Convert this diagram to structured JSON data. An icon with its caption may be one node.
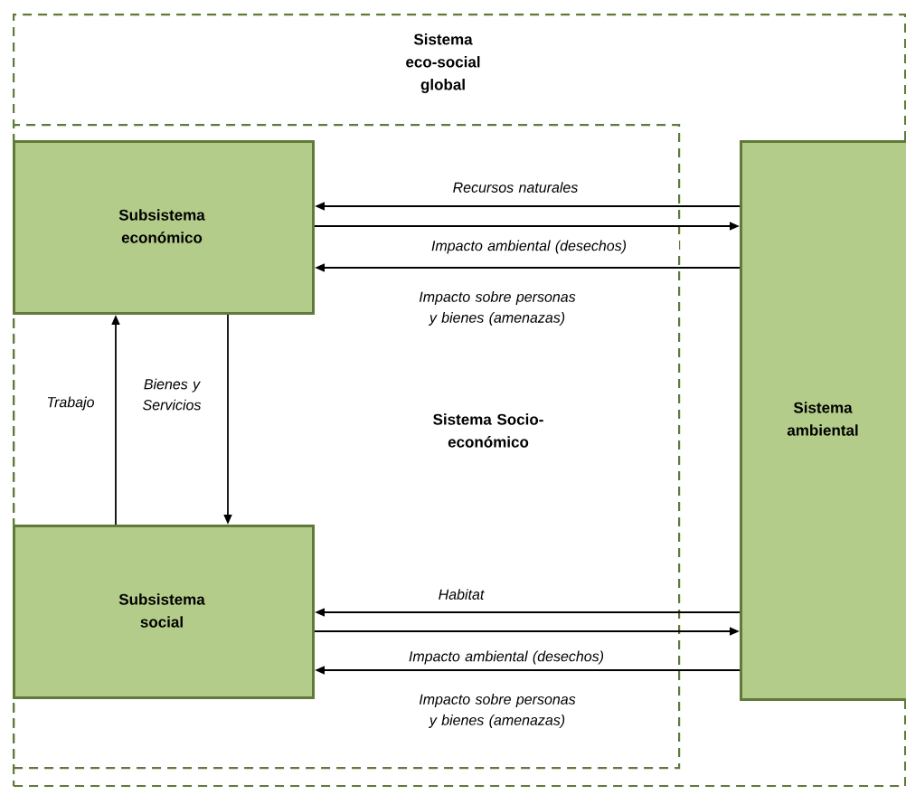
{
  "diagram": {
    "nodes": [
      {
        "text": [
          "Sistema eco-social global"
        ]
      },
      {
        "text": [
          "Sistema Socio-económico"
        ],
        "in": 0
      },
      {
        "text": [
          "Subsistema económico"
        ],
        "in": 1
      },
      {
        "text": [
          "Subsistema social"
        ],
        "in": 1
      },
      {
        "text": [
          "Sistema ambiental"
        ],
        "in": 0
      }
    ],
    "edges": [
      {
        "from": 4,
        "to": 2,
        "arrow": "to",
        "label": "Recursos naturales"
      },
      {
        "from": 2,
        "to": 4,
        "arrow": "to",
        "label": "Impacto ambiental (desechos)"
      },
      {
        "from": 4,
        "to": 2,
        "arrow": "to",
        "label": "Impacto sobre personas y bienes (amenazas)"
      },
      {
        "from": 3,
        "to": 2,
        "arrow": "to",
        "label": "Trabajo"
      },
      {
        "from": 2,
        "to": 3,
        "arrow": "to",
        "label": "Bienes y Servicios"
      },
      {
        "from": 4,
        "to": 3,
        "arrow": "to",
        "label": "Habitat"
      },
      {
        "from": 3,
        "to": 4,
        "arrow": "to",
        "label": "Impacto ambiental (desechos)"
      },
      {
        "from": 4,
        "to": 3,
        "arrow": "to",
        "label": "Impacto sobre personas y bienes (amenazas)"
      }
    ]
  }
}
